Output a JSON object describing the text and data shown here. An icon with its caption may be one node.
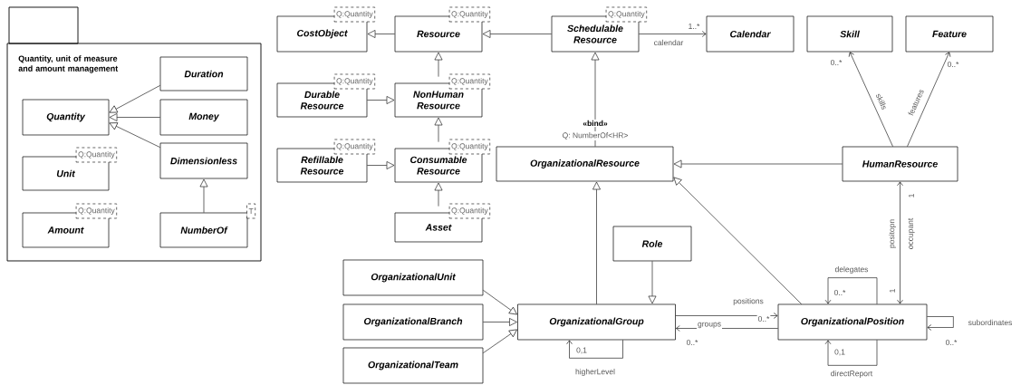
{
  "diagram": {
    "nodes": [
      {
        "text": [
          "Quantity, unit of measure and amount management"
        ]
      },
      {
        "text": [
          "Duration"
        ],
        "in": 0
      },
      {
        "text": [
          "Quantity"
        ],
        "in": 0
      },
      {
        "text": [
          "Money"
        ],
        "in": 0
      },
      {
        "text": [
          "Dimensionless"
        ],
        "in": 0
      },
      {
        "text": [
          "Q:Quantity",
          "Unit"
        ],
        "in": 0
      },
      {
        "text": [
          "Q:Quantity",
          "Amount"
        ],
        "in": 0
      },
      {
        "text": [
          "T",
          "NumberOf"
        ],
        "in": 0
      },
      {
        "text": [
          "Q:Quantity",
          "CostObject"
        ]
      },
      {
        "text": [
          "Q:Quantity",
          "Resource"
        ]
      },
      {
        "text": [
          "Q:Quantity",
          "Schedulable Resource"
        ]
      },
      {
        "text": [
          "Calendar"
        ]
      },
      {
        "text": [
          "Skill"
        ]
      },
      {
        "text": [
          "Feature"
        ]
      },
      {
        "text": [
          "Q:Quantity",
          "Durable Resource"
        ]
      },
      {
        "text": [
          "Q:Quantity",
          "NonHuman Resource"
        ]
      },
      {
        "text": [
          "Q:Quantity",
          "Refillable Resource"
        ]
      },
      {
        "text": [
          "Q:Quantity",
          "Consumable Resource"
        ]
      },
      {
        "text": [
          "Q:Quantity",
          "Asset"
        ]
      },
      {
        "text": [
          "OrganizationalResource"
        ]
      },
      {
        "text": [
          "HumanResource"
        ]
      },
      {
        "text": [
          "Role"
        ]
      },
      {
        "text": [
          "OrganizationalUnit"
        ]
      },
      {
        "text": [
          "OrganizationalBranch"
        ]
      },
      {
        "text": [
          "OrganizationalTeam"
        ]
      },
      {
        "text": [
          "OrganizationalGroup"
        ]
      },
      {
        "text": [
          "OrganizationalPosition"
        ]
      }
    ],
    "edges": [
      {
        "from": 1,
        "to": 2,
        "arrow": "to"
      },
      {
        "from": 3,
        "to": 2,
        "arrow": "to"
      },
      {
        "from": 4,
        "to": 2,
        "arrow": "to"
      },
      {
        "from": 7,
        "to": 4,
        "arrow": "to"
      },
      {
        "from": 9,
        "to": 8,
        "arrow": "to"
      },
      {
        "from": 10,
        "to": 9,
        "arrow": "to"
      },
      {
        "from": 15,
        "to": 9,
        "arrow": "to"
      },
      {
        "from": 14,
        "to": 15,
        "arrow": "to"
      },
      {
        "from": 17,
        "to": 15,
        "arrow": "to"
      },
      {
        "from": 16,
        "to": 17,
        "arrow": "to"
      },
      {
        "from": 18,
        "to": 17,
        "arrow": "to"
      },
      {
        "from": 19,
        "to": 10,
        "arrow": "to",
        "label": "«bind»"
      },
      {
        "from": 10,
        "to": 11,
        "arrow": "to",
        "label": "calendar"
      },
      {
        "from": 20,
        "to": 12,
        "arrow": "to",
        "label": "skills"
      },
      {
        "from": 20,
        "to": 13,
        "arrow": "to",
        "label": "features"
      },
      {
        "from": 20,
        "to": 19,
        "arrow": "to"
      },
      {
        "from": 26,
        "to": 19,
        "arrow": "to"
      },
      {
        "from": 25,
        "to": 19,
        "arrow": "to"
      },
      {
        "from": 21,
        "to": 25,
        "arrow": "to"
      },
      {
        "from": 22,
        "to": 25,
        "arrow": "to"
      },
      {
        "from": 23,
        "to": 25,
        "arrow": "to"
      },
      {
        "from": 24,
        "to": 25,
        "arrow": "to"
      },
      {
        "from": 25,
        "to": 26,
        "arrow": "to",
        "label": "positions"
      },
      {
        "from": 26,
        "to": 25,
        "arrow": "to",
        "label": "groups"
      },
      {
        "from": 25,
        "to": 25,
        "arrow": "to",
        "label": "higherLevel"
      },
      {
        "from": 26,
        "to": 26,
        "arrow": "to",
        "label": "delegates"
      },
      {
        "from": 26,
        "to": 26,
        "arrow": "to",
        "label": "directReport"
      },
      {
        "from": 26,
        "to": 26,
        "arrow": "to",
        "label": "subordinates"
      },
      {
        "from": 20,
        "to": 26,
        "arrow": "both",
        "label": "occupant"
      }
    ],
    "labels": [
      "1..*",
      "0..*",
      "0..*",
      "Q: NumberOf<HR>",
      "1",
      "positopn",
      "1",
      "0..*",
      "0..*",
      "0..*",
      "0..*",
      "0,1",
      "0,1"
    ]
  }
}
